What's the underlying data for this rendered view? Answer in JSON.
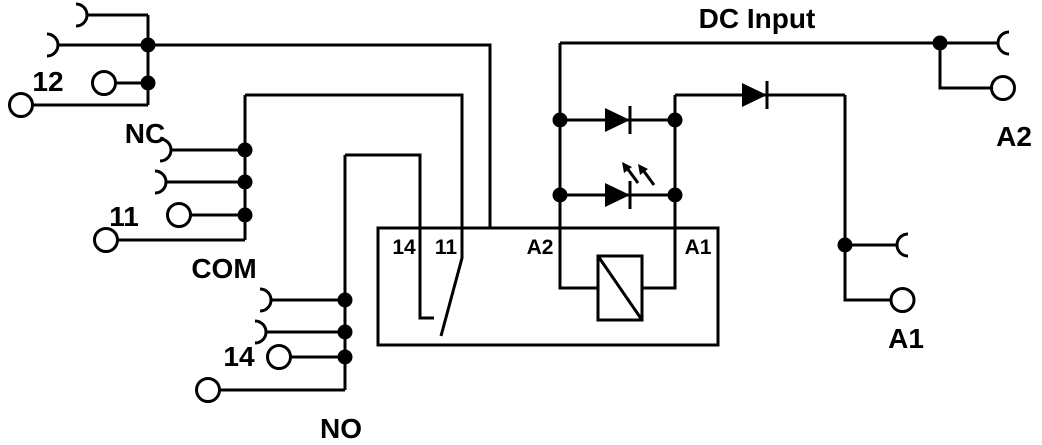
{
  "diagram": {
    "background": "#ffffff",
    "line_color": "#000000",
    "dc_input_label": "DC Input",
    "left_terminals": [
      {
        "number": "12",
        "name": "NC"
      },
      {
        "number": "11",
        "name": "COM"
      },
      {
        "number": "14",
        "name": "NO"
      }
    ],
    "right_terminals": {
      "a2": "A2",
      "a1": "A1"
    },
    "relay_box_pins": {
      "no_pin": "14",
      "com_pin": "11",
      "coil_a2": "A2",
      "coil_a1": "A1"
    }
  }
}
